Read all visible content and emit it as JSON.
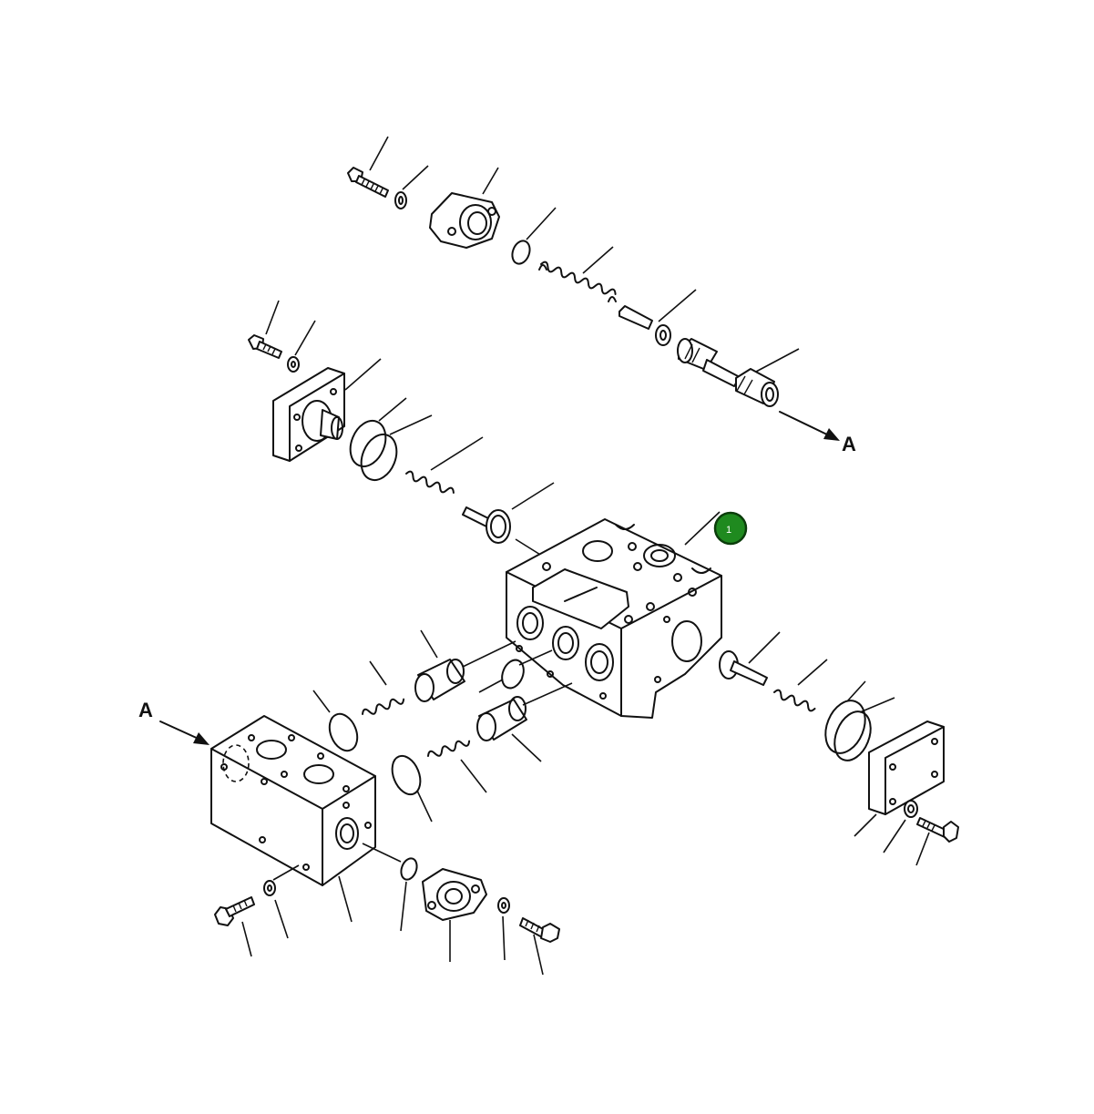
{
  "colors": {
    "callout_fill": "#1f8a1f",
    "callout_stroke": "#0b3d0b",
    "line": "#111111",
    "background": "#ffffff"
  },
  "labels": {
    "arrow_a_top": "A",
    "arrow_a_left": "A"
  },
  "callouts": [
    {
      "id": "callout-1",
      "text": "1",
      "part": "valve-body"
    }
  ]
}
